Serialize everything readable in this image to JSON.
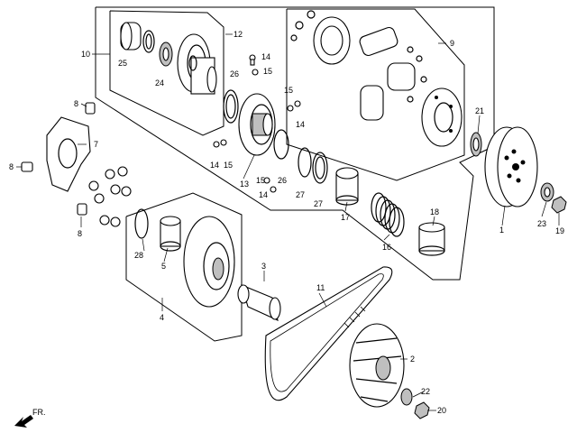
{
  "callouts": {
    "c1": "1",
    "c2": "2",
    "c3": "3",
    "c4": "4",
    "c5": "5",
    "c7": "7",
    "c8a": "8",
    "c8b": "8",
    "c8c": "8",
    "c9": "9",
    "c10": "10",
    "c11": "11",
    "c12": "12",
    "c13": "13",
    "c14a": "14",
    "c14b": "14",
    "c14c": "14",
    "c14d": "14",
    "c15a": "15",
    "c15b": "15",
    "c15c": "15",
    "c15d": "15",
    "c16": "16",
    "c17": "17",
    "c18": "18",
    "c19": "19",
    "c20": "20",
    "c21": "21",
    "c22": "22",
    "c23": "23",
    "c24": "24",
    "c25": "25",
    "c26a": "26",
    "c26b": "26",
    "c27a": "27",
    "c27b": "27",
    "c28": "28"
  },
  "direction_label": "FR.",
  "colors": {
    "ink": "#000000",
    "background": "#ffffff"
  }
}
